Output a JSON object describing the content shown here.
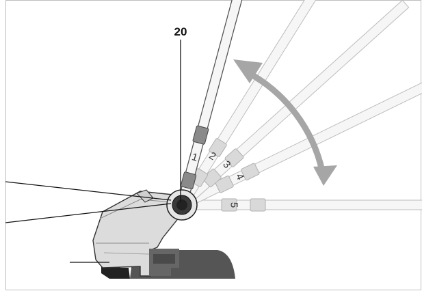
{
  "figure": {
    "callout_label": "20",
    "positions": [
      "1",
      "2",
      "3",
      "4",
      "5"
    ]
  },
  "colors": {
    "frame": "#bdbdbd",
    "shaft_fill": "#f6f6f6",
    "shaft_stroke": "#bcbcbc",
    "collar_active": "#8a8a8a",
    "collar_faded": "#d9d9d9",
    "head_light": "#dcdcdc",
    "head_dark": "#555555",
    "arrow": "#a6a6a6",
    "line": "#111111"
  },
  "icons": {
    "pivot": "pivot-knob-icon",
    "arrow": "double-arrow-icon"
  }
}
